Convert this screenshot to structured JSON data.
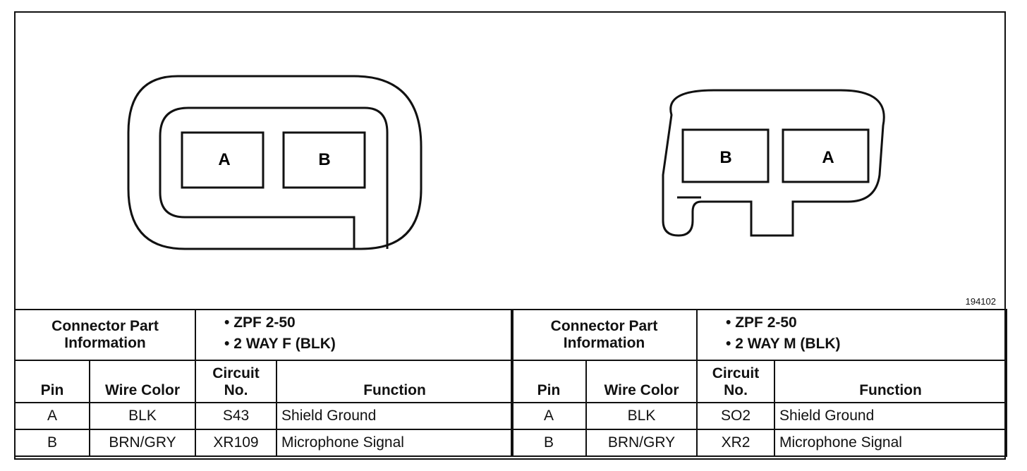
{
  "figure_number": "194102",
  "connectors": [
    {
      "pin_labels": [
        "A",
        "B"
      ],
      "part_info_label": "Connector Part Information",
      "part_info": [
        "• ZPF 2-50",
        "• 2 WAY F (BLK)"
      ],
      "columns": [
        "Pin",
        "Wire Color",
        "Circuit No.",
        "Function"
      ],
      "rows": [
        {
          "pin": "A",
          "wire_color": "BLK",
          "circuit": "S43",
          "function": "Shield Ground"
        },
        {
          "pin": "B",
          "wire_color": "BRN/GRY",
          "circuit": "XR109",
          "function": "Microphone Signal"
        }
      ]
    },
    {
      "pin_labels": [
        "B",
        "A"
      ],
      "part_info_label": "Connector Part Information",
      "part_info": [
        "• ZPF 2-50",
        "• 2 WAY M (BLK)"
      ],
      "columns": [
        "Pin",
        "Wire Color",
        "Circuit No.",
        "Function"
      ],
      "rows": [
        {
          "pin": "A",
          "wire_color": "BLK",
          "circuit": "SO2",
          "function": "Shield Ground"
        },
        {
          "pin": "B",
          "wire_color": "BRN/GRY",
          "circuit": "XR2",
          "function": "Microphone Signal"
        }
      ]
    }
  ]
}
